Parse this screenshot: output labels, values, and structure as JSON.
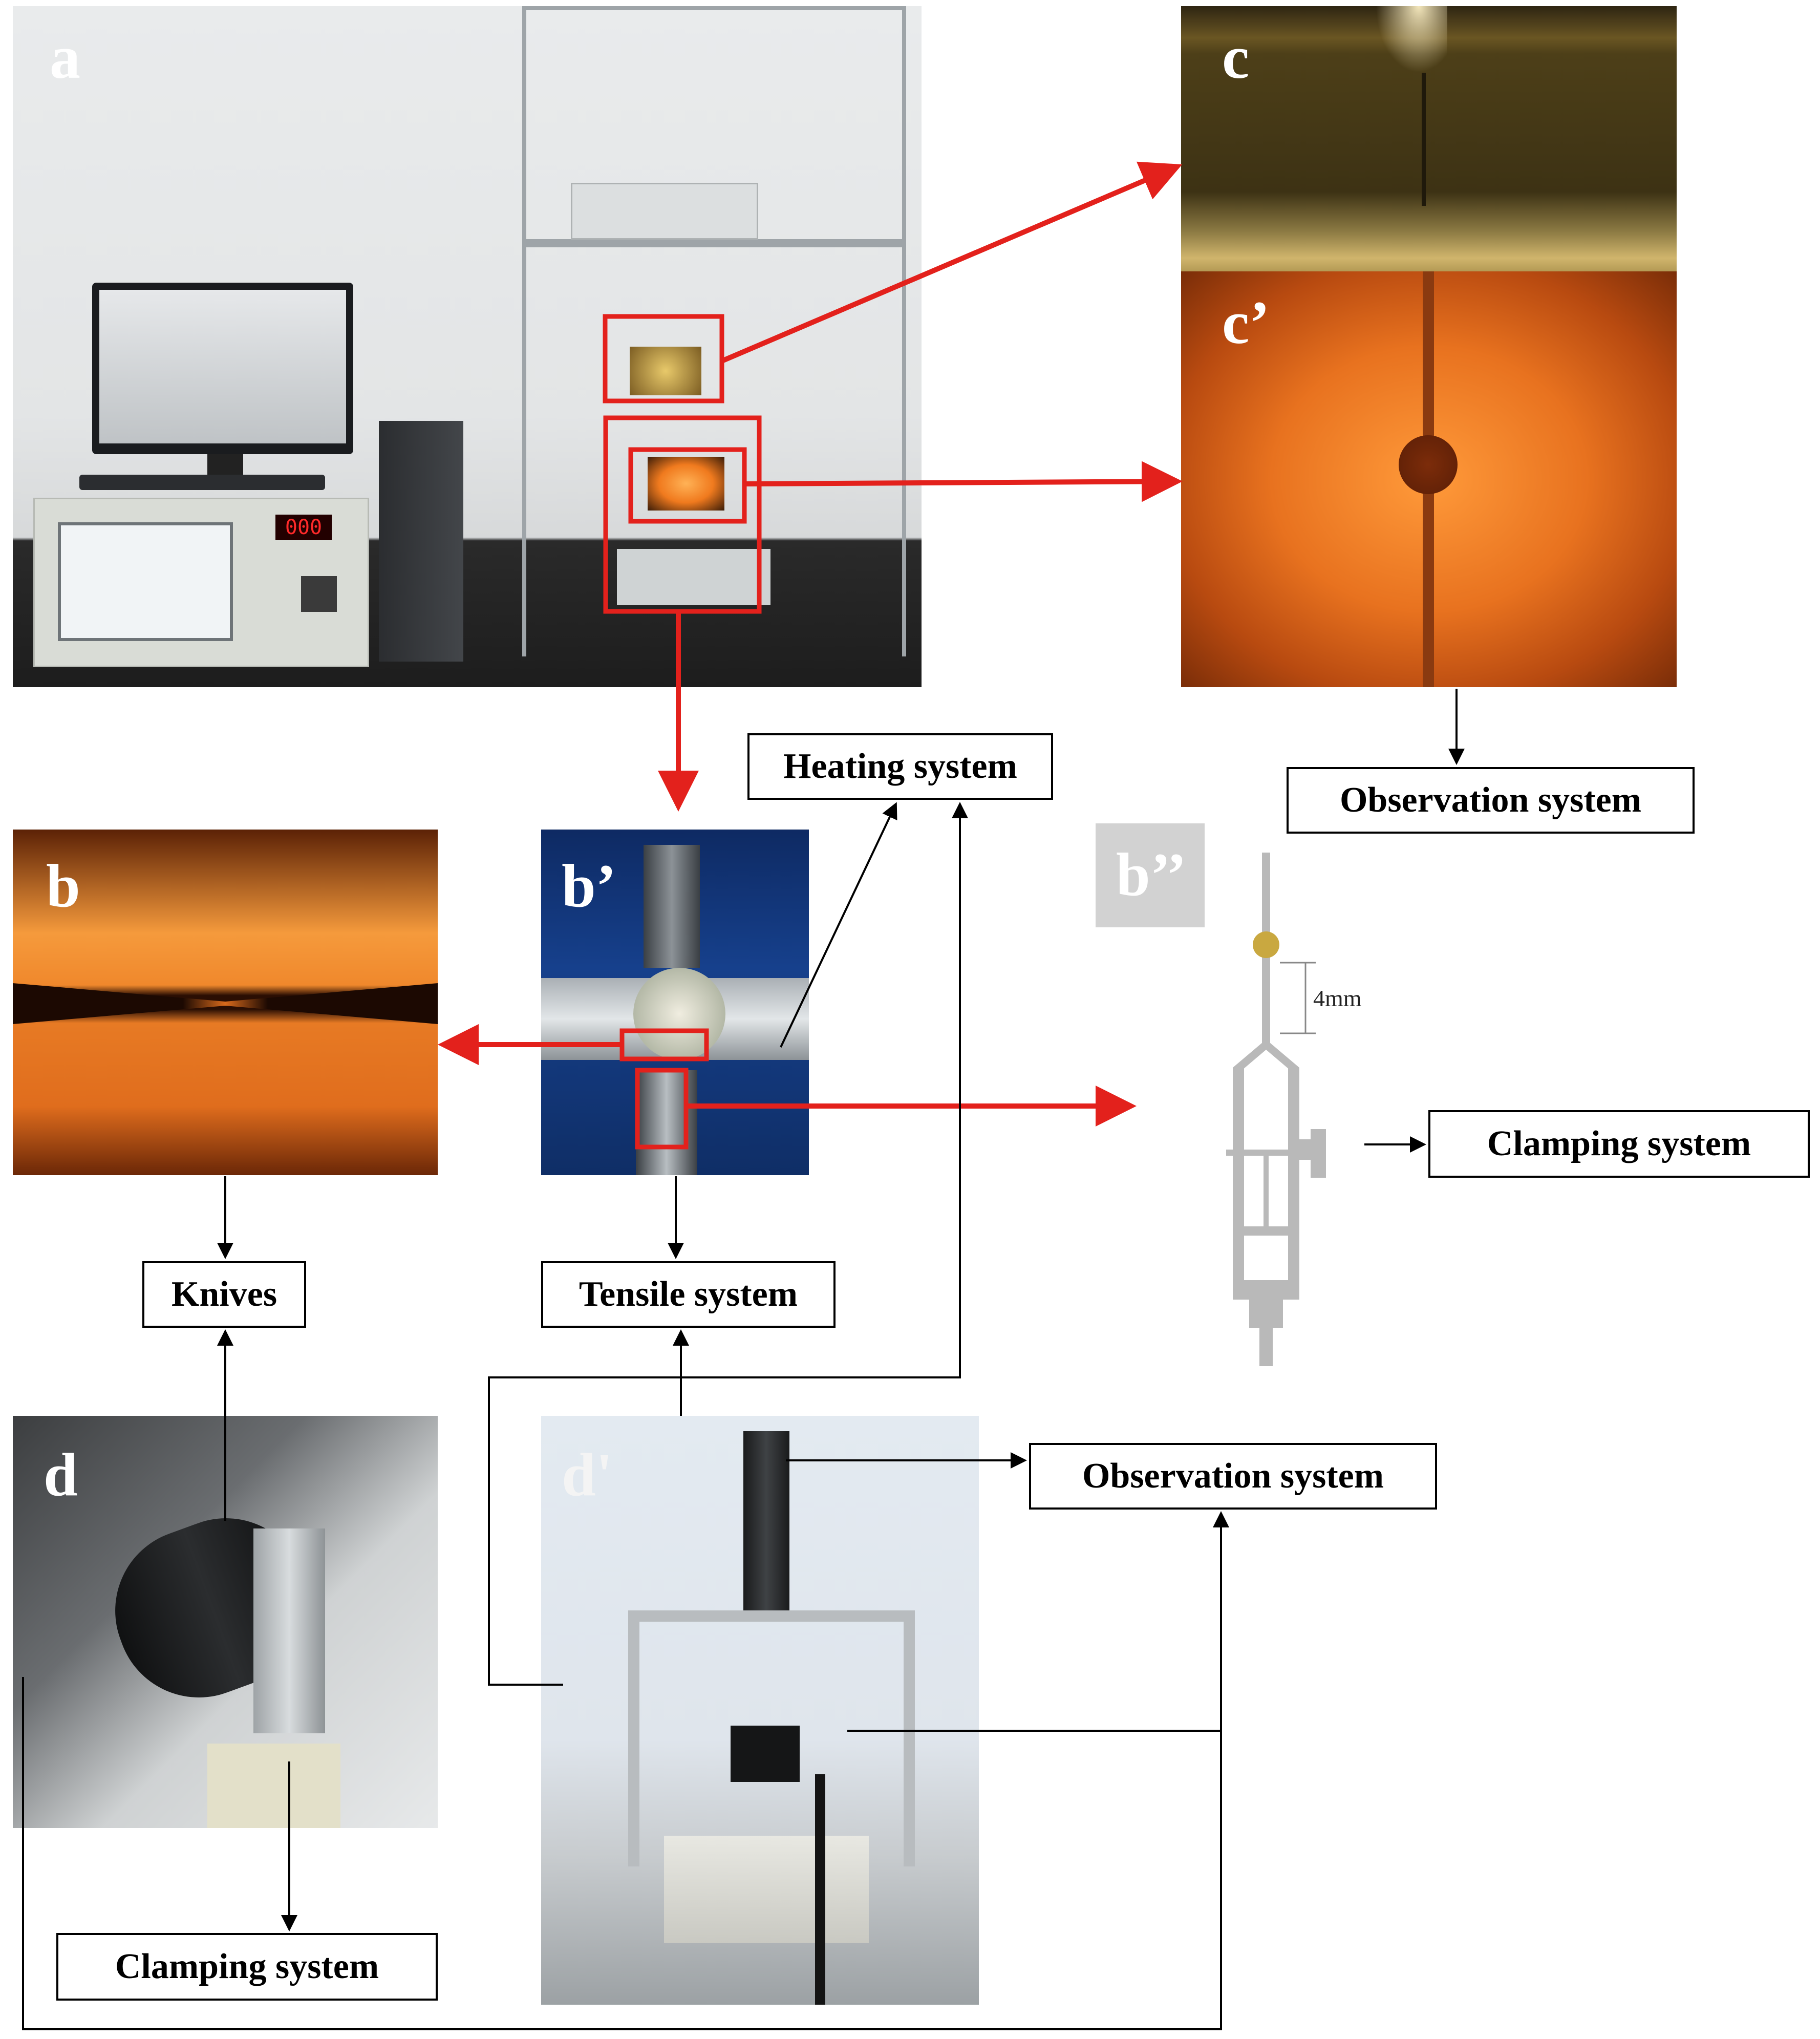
{
  "figure": {
    "panel_labels": {
      "a": "a",
      "b": "b",
      "b_prime": "b’",
      "b_double_prime": "b’’",
      "c": "c",
      "c_prime": "c’",
      "d": "d",
      "d_prime": "d'"
    },
    "boxes": {
      "heating_system": "Heating system",
      "observation_system_top": "Observation system",
      "clamping_system_right": "Clamping system",
      "knives": "Knives",
      "tensile_system": "Tensile system",
      "observation_system_mid": "Observation system",
      "clamping_system_bottom": "Clamping system"
    },
    "annotations": {
      "dimension": "4mm"
    },
    "colors": {
      "callout_red": "#e3211c",
      "connector_black": "#000000",
      "schematic_gray": "#b9b9b9",
      "label_badge_gray": "#d2d2d2",
      "bead_gold": "#c9a840"
    }
  }
}
